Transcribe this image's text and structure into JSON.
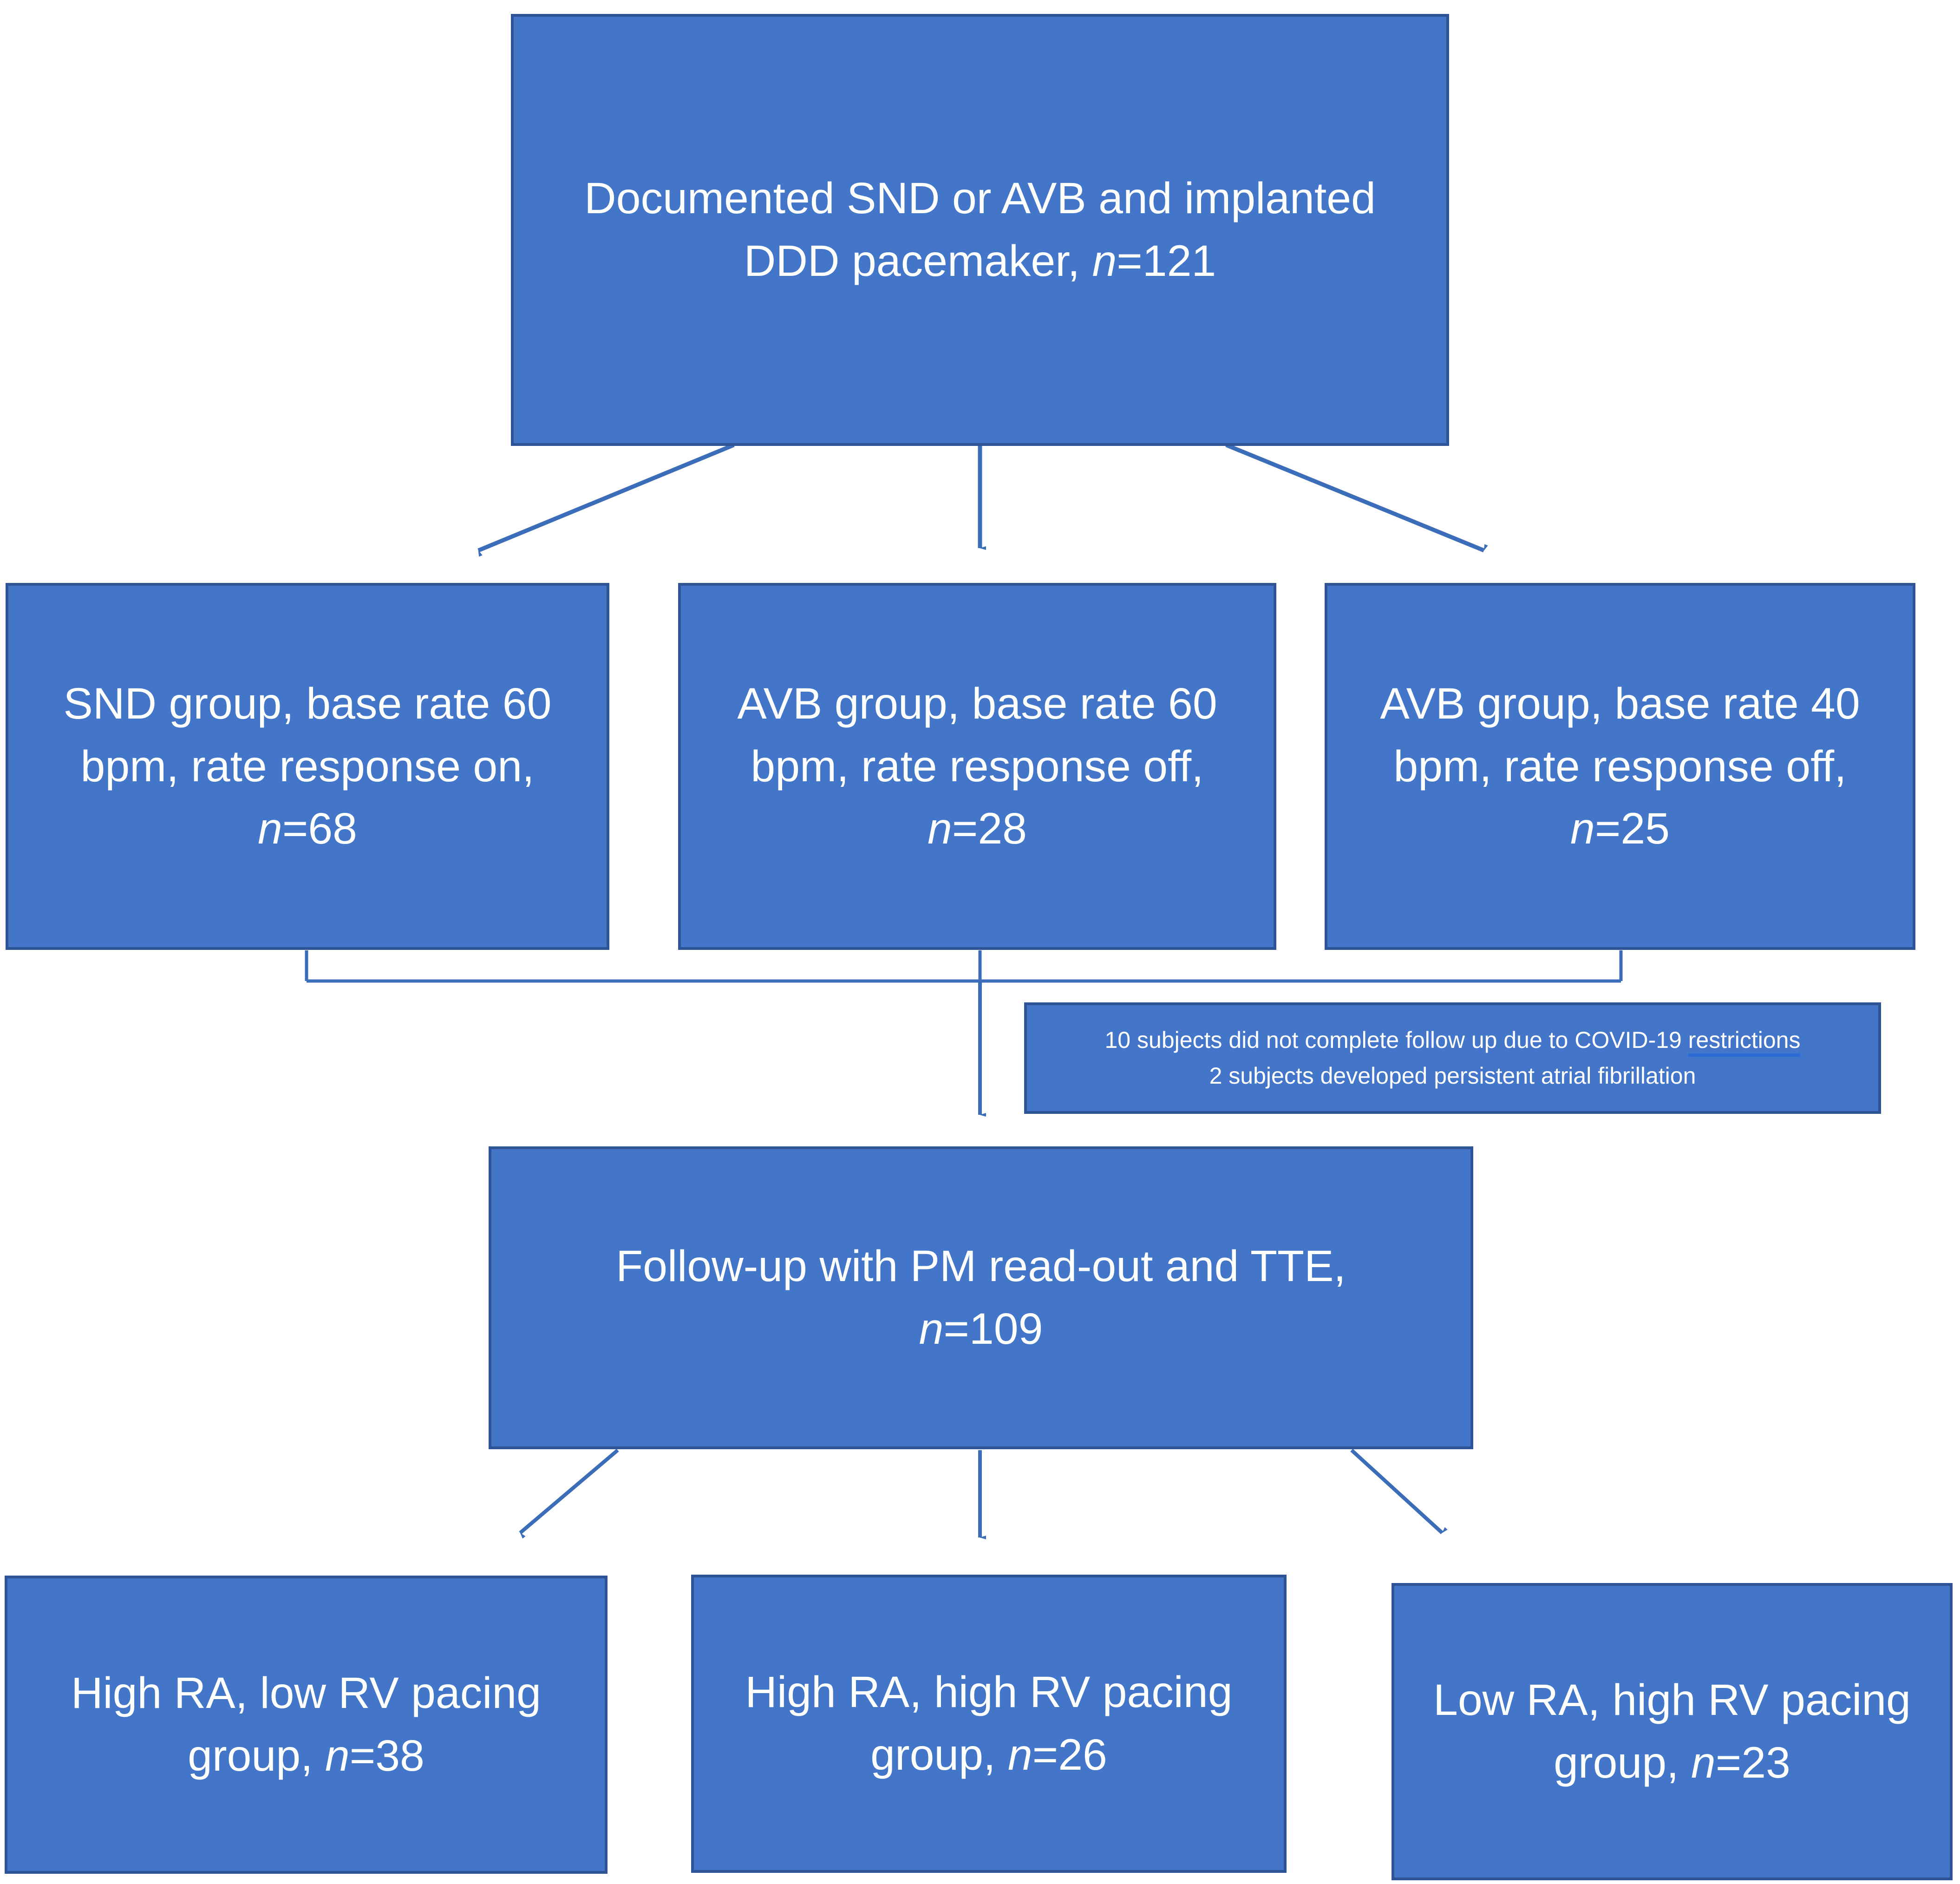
{
  "diagram": {
    "type": "flowchart",
    "title": "Study enrollment and follow-up flow diagram",
    "colors": {
      "box_fill": "#4375C8",
      "box_border": "#2E5496",
      "connector": "#3B6DB8",
      "text": "#FFFFFF",
      "background": "#FFFFFF",
      "spellcheck_underline": "#2B6BD4"
    },
    "nodes": {
      "root": {
        "line1": "Documented SND or AVB and implanted",
        "line2_prefix": "DDD pacemaker, ",
        "line2_italic": "n",
        "line2_suffix": "=121",
        "n": 121
      },
      "snd_group": {
        "line1": "SND group, base rate 60",
        "line2": "bpm, rate response on,",
        "line3_italic": "n",
        "line3_suffix": "=68",
        "n": 68
      },
      "avb_group_60": {
        "line1": "AVB group, base rate 60",
        "line2": "bpm, rate response off,",
        "line3_italic": "n",
        "line3_suffix": "=28",
        "n": 28
      },
      "avb_group_40": {
        "line1": "AVB group, base rate 40",
        "line2": "bpm, rate response off,",
        "line3_italic": "n",
        "line3_suffix": "=25",
        "n": 25
      },
      "exclusions": {
        "line1_before": "10 subjects did not complete follow up due to COVID-19 ",
        "line1_underlined": "restrictions",
        "line2": "2 subjects developed persistent atrial fibrillation",
        "dropouts_covid": 10,
        "dropouts_af": 2
      },
      "followup": {
        "line1": "Follow-up with PM read-out and TTE,",
        "line2_italic": "n",
        "line2_suffix": "=109",
        "n": 109
      },
      "high_ra_low_rv": {
        "line1": "High RA, low RV pacing",
        "line2_prefix": "group, ",
        "line2_italic": "n",
        "line2_suffix": "=38",
        "n": 38
      },
      "high_ra_high_rv": {
        "line1": "High RA, high RV pacing",
        "line2_prefix": "group, ",
        "line2_italic": "n",
        "line2_suffix": "=26",
        "n": 26
      },
      "low_ra_high_rv": {
        "line1": "Low RA, high RV pacing",
        "line2_prefix": "group, ",
        "line2_italic": "n",
        "line2_suffix": "=23",
        "n": 23
      }
    }
  }
}
